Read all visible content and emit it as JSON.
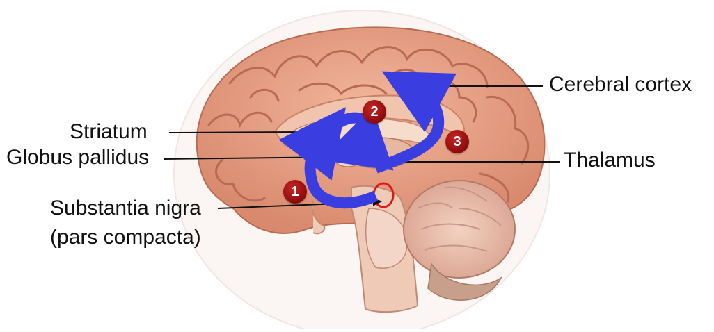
{
  "labels": {
    "striatum": "Striatum",
    "globus_pallidus": "Globus pallidus",
    "substantia_nigra": "Substantia nigra",
    "pars_compacta": "(pars compacta)",
    "cerebral_cortex": "Cerebral cortex",
    "thalamus": "Thalamus"
  },
  "badges": {
    "one": "1",
    "two": "2",
    "three": "3"
  },
  "colors": {
    "cortex": "#e8a58a",
    "cortex_dark": "#b86a52",
    "inner": "#f0c9b2",
    "pathway_arrow": "#3a3ee0",
    "badge": "#a11414",
    "nigra_marker": "#e01818"
  }
}
